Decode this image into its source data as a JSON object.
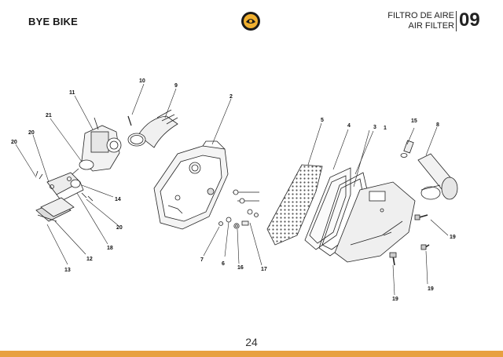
{
  "header": {
    "brand": "BYE BIKE",
    "section_title_es": "FILTRO DE AIRE",
    "section_title_en": "AIR FILTER",
    "section_number": "09"
  },
  "diagram": {
    "callouts": {
      "c1": "1",
      "c2": "2",
      "c3": "3",
      "c4": "4",
      "c5": "5",
      "c6": "6",
      "c7": "7",
      "c8": "8",
      "c9": "9",
      "c10": "10",
      "c11": "11",
      "c12": "12",
      "c13": "13",
      "c14": "14",
      "c15": "15",
      "c16": "16",
      "c17": "17",
      "c18": "18",
      "c19a": "19",
      "c19b": "19",
      "c19c": "19",
      "c20a": "20",
      "c20b": "20",
      "c20c": "20",
      "c21": "21"
    }
  },
  "footer": {
    "page_number": "24",
    "bar_color": "#e8a040"
  },
  "colors": {
    "logo_ring": "#1a1a1a",
    "logo_fill": "#f0b030",
    "line": "#222222"
  }
}
